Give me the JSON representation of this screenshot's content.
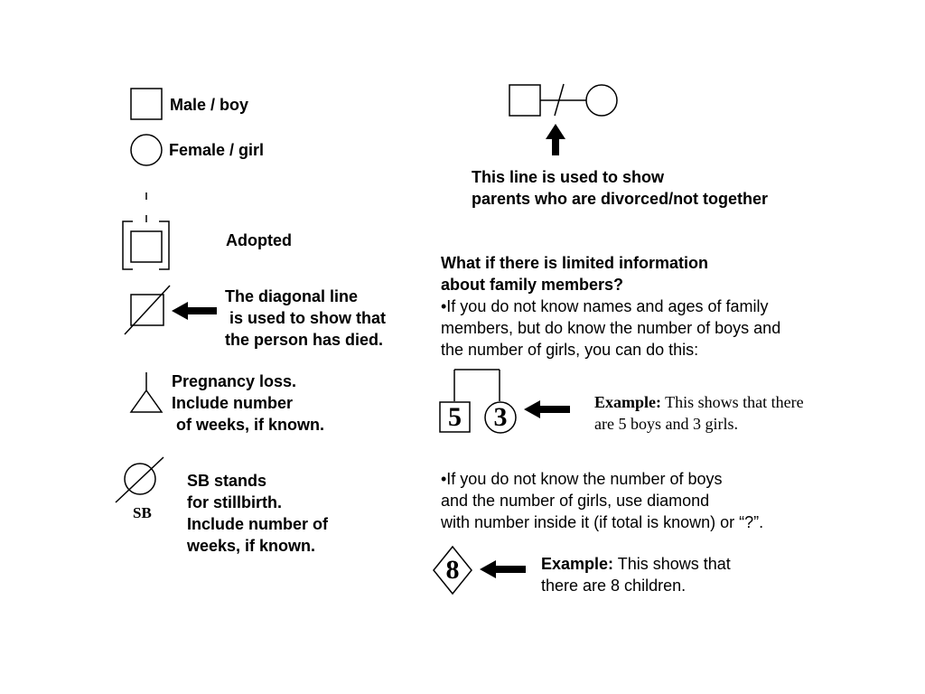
{
  "legend": {
    "male": "Male / boy",
    "female": "Female / girl",
    "adopted": "Adopted",
    "deceased": [
      "The diagonal line",
      " is used to show that",
      "the person has died."
    ],
    "pregnancy_loss": [
      "Pregnancy loss.",
      "Include number",
      " of weeks, if known."
    ],
    "stillbirth": [
      "SB stands",
      "for stillbirth.",
      "Include number of",
      "weeks, if known."
    ],
    "stillbirth_symbol_label": "SB"
  },
  "divorce": {
    "caption": [
      "This line is used to show",
      "parents who are divorced/not together"
    ]
  },
  "limited_info": {
    "heading": [
      "What if there is limited information",
      "about family members?"
    ],
    "para1": [
      "•If you do not know names and ages of family",
      "members, but do know the number of boys and",
      "the number of girls, you can do this:"
    ],
    "boys_count": "5",
    "girls_count": "3",
    "example1_label": "Example:",
    "example1_text": [
      " This shows that there",
      "are 5 boys and 3 girls."
    ],
    "para2": [
      "•If you do not know the number of boys",
      "and the number of girls, use diamond",
      "with number inside it (if total is known) or “?”."
    ],
    "children_count": "8",
    "example2_label": "Example:",
    "example2_text": [
      " This shows that",
      "there are 8 children."
    ]
  }
}
